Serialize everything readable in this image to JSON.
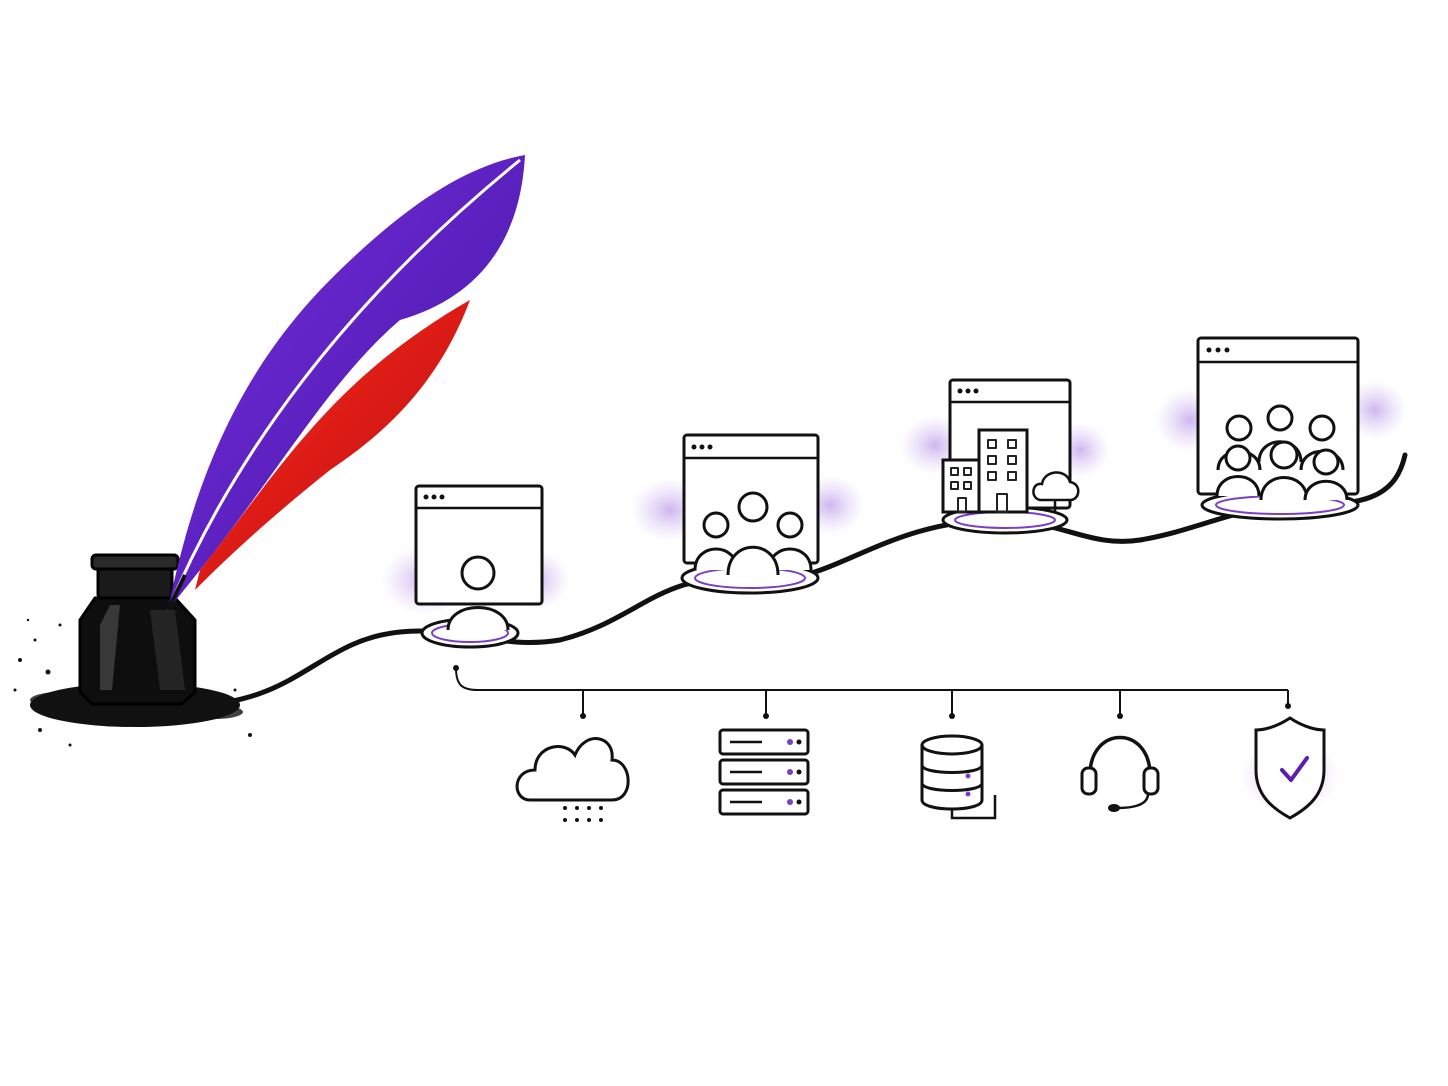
{
  "colors": {
    "ink": "#111111",
    "accent": "#7b3fc4",
    "wash": "#b58ee0",
    "feather_purple": "#5a1fb0",
    "feather_red": "#e01818"
  },
  "stages": [
    {
      "id": "stage-1",
      "icon": "single-user-icon",
      "users": 1
    },
    {
      "id": "stage-2",
      "icon": "team-icon",
      "users": 3
    },
    {
      "id": "stage-3",
      "icon": "office-buildings-icon",
      "users": 0
    },
    {
      "id": "stage-4",
      "icon": "large-group-icon",
      "users": 6
    }
  ],
  "services": [
    {
      "icon": "cloud-icon"
    },
    {
      "icon": "server-rack-icon"
    },
    {
      "icon": "database-icon"
    },
    {
      "icon": "headset-support-icon"
    },
    {
      "icon": "security-shield-icon"
    }
  ],
  "decor": {
    "inkwell": "inkwell-icon",
    "quill": "quill-feather-icon"
  }
}
